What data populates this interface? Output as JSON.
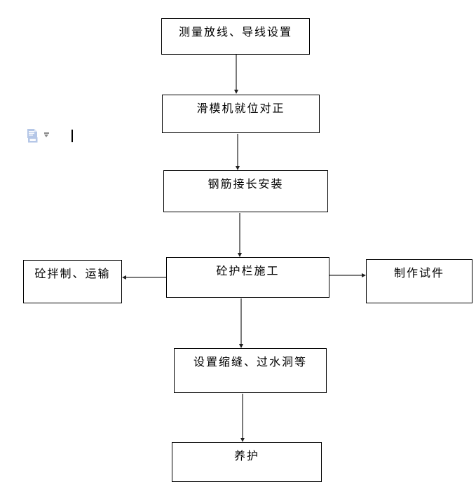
{
  "window": {
    "background": "#ffffff"
  },
  "editor": {
    "icons": {
      "paste_options": "paste-options-icon",
      "dropdown": "chevron-down-icon"
    },
    "paste_icon_color": "#b5c7e7",
    "text_cursor_color": "#000000"
  },
  "flowchart": {
    "type": "flowchart",
    "box_border_color": "#000000",
    "box_fill_color": "#ffffff",
    "arrow_shaft_color": "#7a7a7a",
    "arrow_head_color": "#1f1f1f",
    "nodes": {
      "survey": {
        "label": "测量放线、导线设置"
      },
      "slipform": {
        "label": "滑模机就位对正"
      },
      "rebar": {
        "label": "钢筋接长安装"
      },
      "guardrail": {
        "label": "砼护栏施工"
      },
      "mixing": {
        "label": "砼拌制、运输"
      },
      "specimen": {
        "label": "制作试件"
      },
      "joints": {
        "label": "设置缩缝、过水洞等"
      },
      "curing": {
        "label": "养护"
      }
    },
    "edges": [
      {
        "from": "测量放线、导线设置",
        "to": "滑模机就位对正",
        "direction": "down"
      },
      {
        "from": "滑模机就位对正",
        "to": "钢筋接长安装",
        "direction": "down"
      },
      {
        "from": "钢筋接长安装",
        "to": "砼护栏施工",
        "direction": "down"
      },
      {
        "from": "砼护栏施工",
        "to": "砼拌制、运输",
        "direction": "left"
      },
      {
        "from": "砼护栏施工",
        "to": "制作试件",
        "direction": "right"
      },
      {
        "from": "砼护栏施工",
        "to": "设置缩缝、过水洞等",
        "direction": "down"
      },
      {
        "from": "设置缩缝、过水洞等",
        "to": "养护",
        "direction": "down"
      }
    ]
  }
}
